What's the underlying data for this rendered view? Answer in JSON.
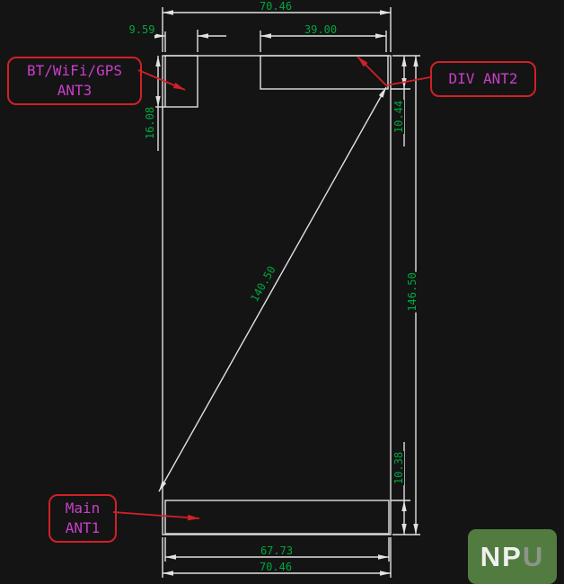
{
  "colors": {
    "background": "#141414",
    "drawing_line": "#e2e2e2",
    "dimension_text": "#00a63e",
    "callout_border": "#cf2127",
    "callout_text": "#c93fc9",
    "logo_background": "#527b40"
  },
  "dims": {
    "top_width": "70.46",
    "ant3_width": "9.59",
    "ant2_width": "39.00",
    "ant3_height": "16.08",
    "ant2_height": "10.44",
    "body_height": "146.50",
    "diagonal": "140.50",
    "ant1_height": "10.38",
    "ant1_width": "67.73",
    "bottom_width": "70.46"
  },
  "labels": {
    "ant3_line1": "BT/WiFi/GPS",
    "ant3_line2": "ANT3",
    "ant2": "DIV ANT2",
    "ant1_line1": "Main",
    "ant1_line2": "ANT1"
  },
  "logo": {
    "np": "NP",
    "u": "U"
  }
}
